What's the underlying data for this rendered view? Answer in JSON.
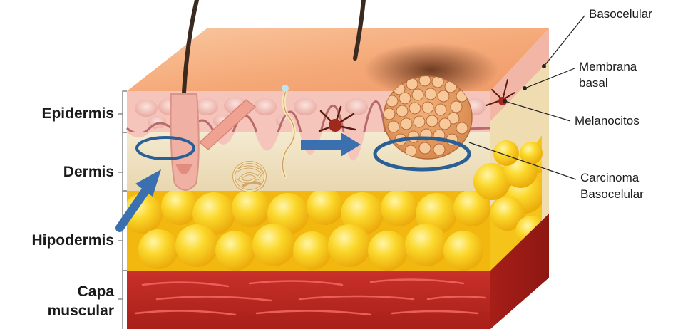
{
  "layers": {
    "epidermis": "Epidermis",
    "dermis": "Dermis",
    "hipodermis": "Hipodermis",
    "capa_line1": "Capa",
    "capa_line2": "muscular"
  },
  "callouts": {
    "basocelular": "Basocelular",
    "membrana_line1": "Membrana",
    "membrana_line2": "basal",
    "melanocitos": "Melanocitos",
    "carcinoma_line1": "Carcinoma",
    "carcinoma_line2": "Basocelular"
  },
  "colors": {
    "skin_top": "#f6b48a",
    "epidermis": "#f3b8b0",
    "dermis": "#efe2c2",
    "fat": "#f7c516",
    "muscle": "#c0271f",
    "highlight": "#2a5f96"
  }
}
